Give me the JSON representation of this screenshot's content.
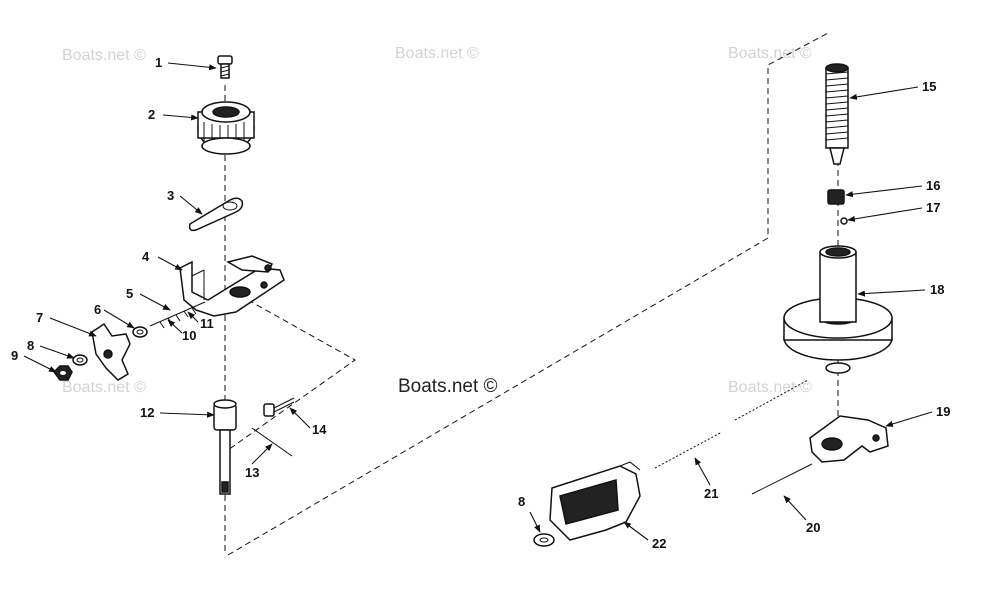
{
  "watermarks": {
    "brand": "Boats.net ©"
  },
  "labels": [
    "1",
    "2",
    "3",
    "4",
    "5",
    "6",
    "7",
    "8",
    "9",
    "10",
    "11",
    "12",
    "13",
    "14",
    "15",
    "16",
    "17",
    "18",
    "19",
    "20",
    "21",
    "8",
    "22"
  ]
}
